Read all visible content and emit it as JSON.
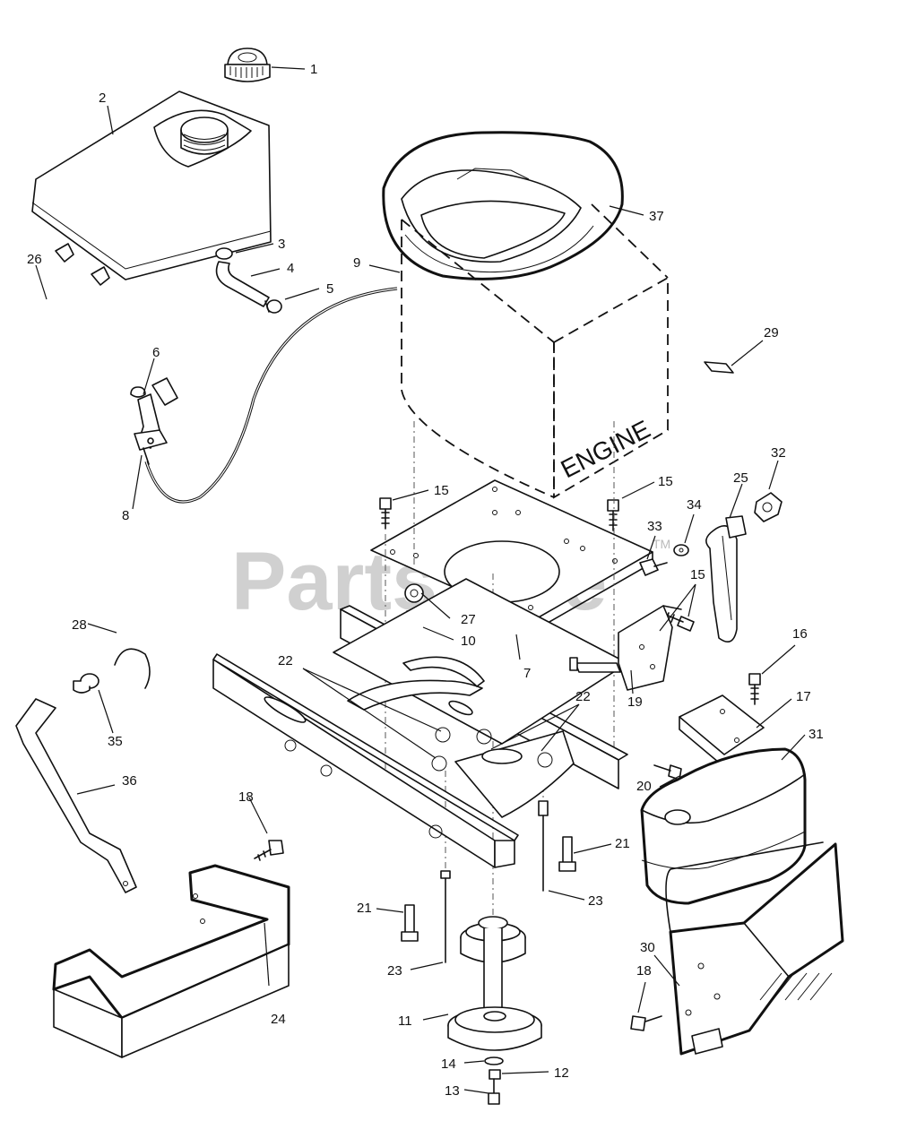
{
  "watermark": {
    "text": "PartsTree",
    "mark": "TM",
    "color": "#c8c8c8"
  },
  "engine_label": "ENGINE",
  "callouts": [
    {
      "id": "c1",
      "text": "1"
    },
    {
      "id": "c2",
      "text": "2"
    },
    {
      "id": "c3",
      "text": "3"
    },
    {
      "id": "c4",
      "text": "4"
    },
    {
      "id": "c5",
      "text": "5"
    },
    {
      "id": "c6",
      "text": "6"
    },
    {
      "id": "c7",
      "text": "7"
    },
    {
      "id": "c8",
      "text": "8"
    },
    {
      "id": "c9",
      "text": "9"
    },
    {
      "id": "c10",
      "text": "10"
    },
    {
      "id": "c11",
      "text": "11"
    },
    {
      "id": "c12",
      "text": "12"
    },
    {
      "id": "c13",
      "text": "13"
    },
    {
      "id": "c14",
      "text": "14"
    },
    {
      "id": "c15a",
      "text": "15"
    },
    {
      "id": "c15b",
      "text": "15"
    },
    {
      "id": "c15c",
      "text": "15"
    },
    {
      "id": "c16",
      "text": "16"
    },
    {
      "id": "c17",
      "text": "17"
    },
    {
      "id": "c18a",
      "text": "18"
    },
    {
      "id": "c18b",
      "text": "18"
    },
    {
      "id": "c19",
      "text": "19"
    },
    {
      "id": "c20",
      "text": "20"
    },
    {
      "id": "c21a",
      "text": "21"
    },
    {
      "id": "c21b",
      "text": "21"
    },
    {
      "id": "c22a",
      "text": "22"
    },
    {
      "id": "c22b",
      "text": "22"
    },
    {
      "id": "c23a",
      "text": "23"
    },
    {
      "id": "c23b",
      "text": "23"
    },
    {
      "id": "c24",
      "text": "24"
    },
    {
      "id": "c25",
      "text": "25"
    },
    {
      "id": "c26",
      "text": "26"
    },
    {
      "id": "c27",
      "text": "27"
    },
    {
      "id": "c28",
      "text": "28"
    },
    {
      "id": "c29",
      "text": "29"
    },
    {
      "id": "c30",
      "text": "30"
    },
    {
      "id": "c31",
      "text": "31"
    },
    {
      "id": "c32",
      "text": "32"
    },
    {
      "id": "c33",
      "text": "33"
    },
    {
      "id": "c34",
      "text": "34"
    },
    {
      "id": "c35",
      "text": "35"
    },
    {
      "id": "c36",
      "text": "36"
    },
    {
      "id": "c37",
      "text": "37"
    }
  ]
}
